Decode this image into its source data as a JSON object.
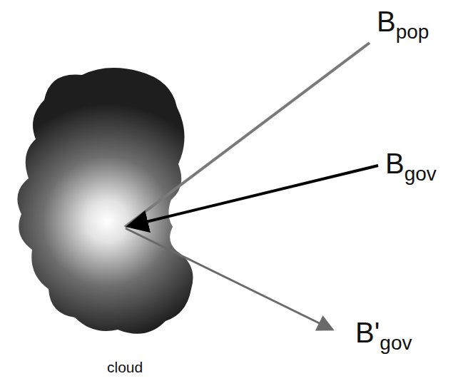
{
  "diagram": {
    "nodes": [
      {
        "text": [
          "cloud"
        ]
      }
    ],
    "labels": [
      "Bpop",
      "Bgov",
      "B'gov"
    ]
  }
}
